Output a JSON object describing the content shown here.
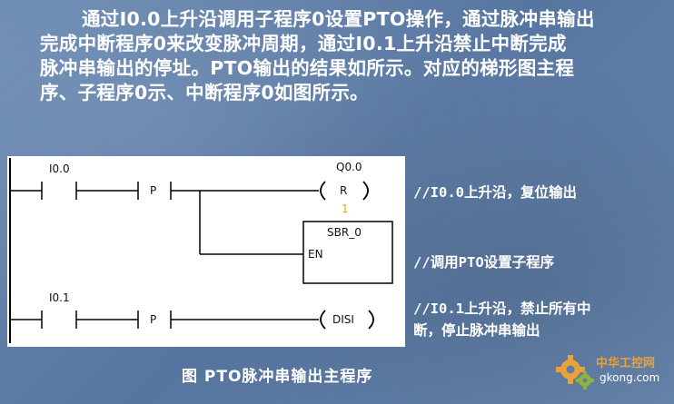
{
  "intro": {
    "line1": "通过I0.0上升沿调用子程序0设置PTO操作，通过脉冲串输出",
    "line2": "完成中断程序0来改变脉冲周期，通过I0.1上升沿禁止中断完成",
    "line3": "脉冲串输出的停址。PTO输出的结果如所示。对应的梯形图主程",
    "line4": "序、子程序0示、中断程序0如图所示。"
  },
  "ladder": {
    "rung1": {
      "contact_label": "I0.0",
      "edge_label": "P",
      "coil_address": "Q0.0",
      "coil_symbol": "R",
      "coil_count": "1",
      "box_name": "SBR_0",
      "box_input": "EN"
    },
    "rung2": {
      "contact_label": "I0.1",
      "edge_label": "P",
      "coil_symbol": "DISI"
    }
  },
  "comments": {
    "c1": "//I0.0上升沿，复位输出",
    "c2": "//调用PTO设置子程序",
    "c3_line1": "//I0.1上升沿，禁止所有中",
    "c3_line2": "断，停止脉冲串输出"
  },
  "caption": "图  PTO脉冲串输出主程序",
  "watermark": {
    "name": "中华工控网",
    "url": "gkong.com"
  },
  "colors": {
    "background": "#5f7fa8",
    "coil_count": "#c8b400",
    "watermark_gear": "#e9a23a"
  }
}
